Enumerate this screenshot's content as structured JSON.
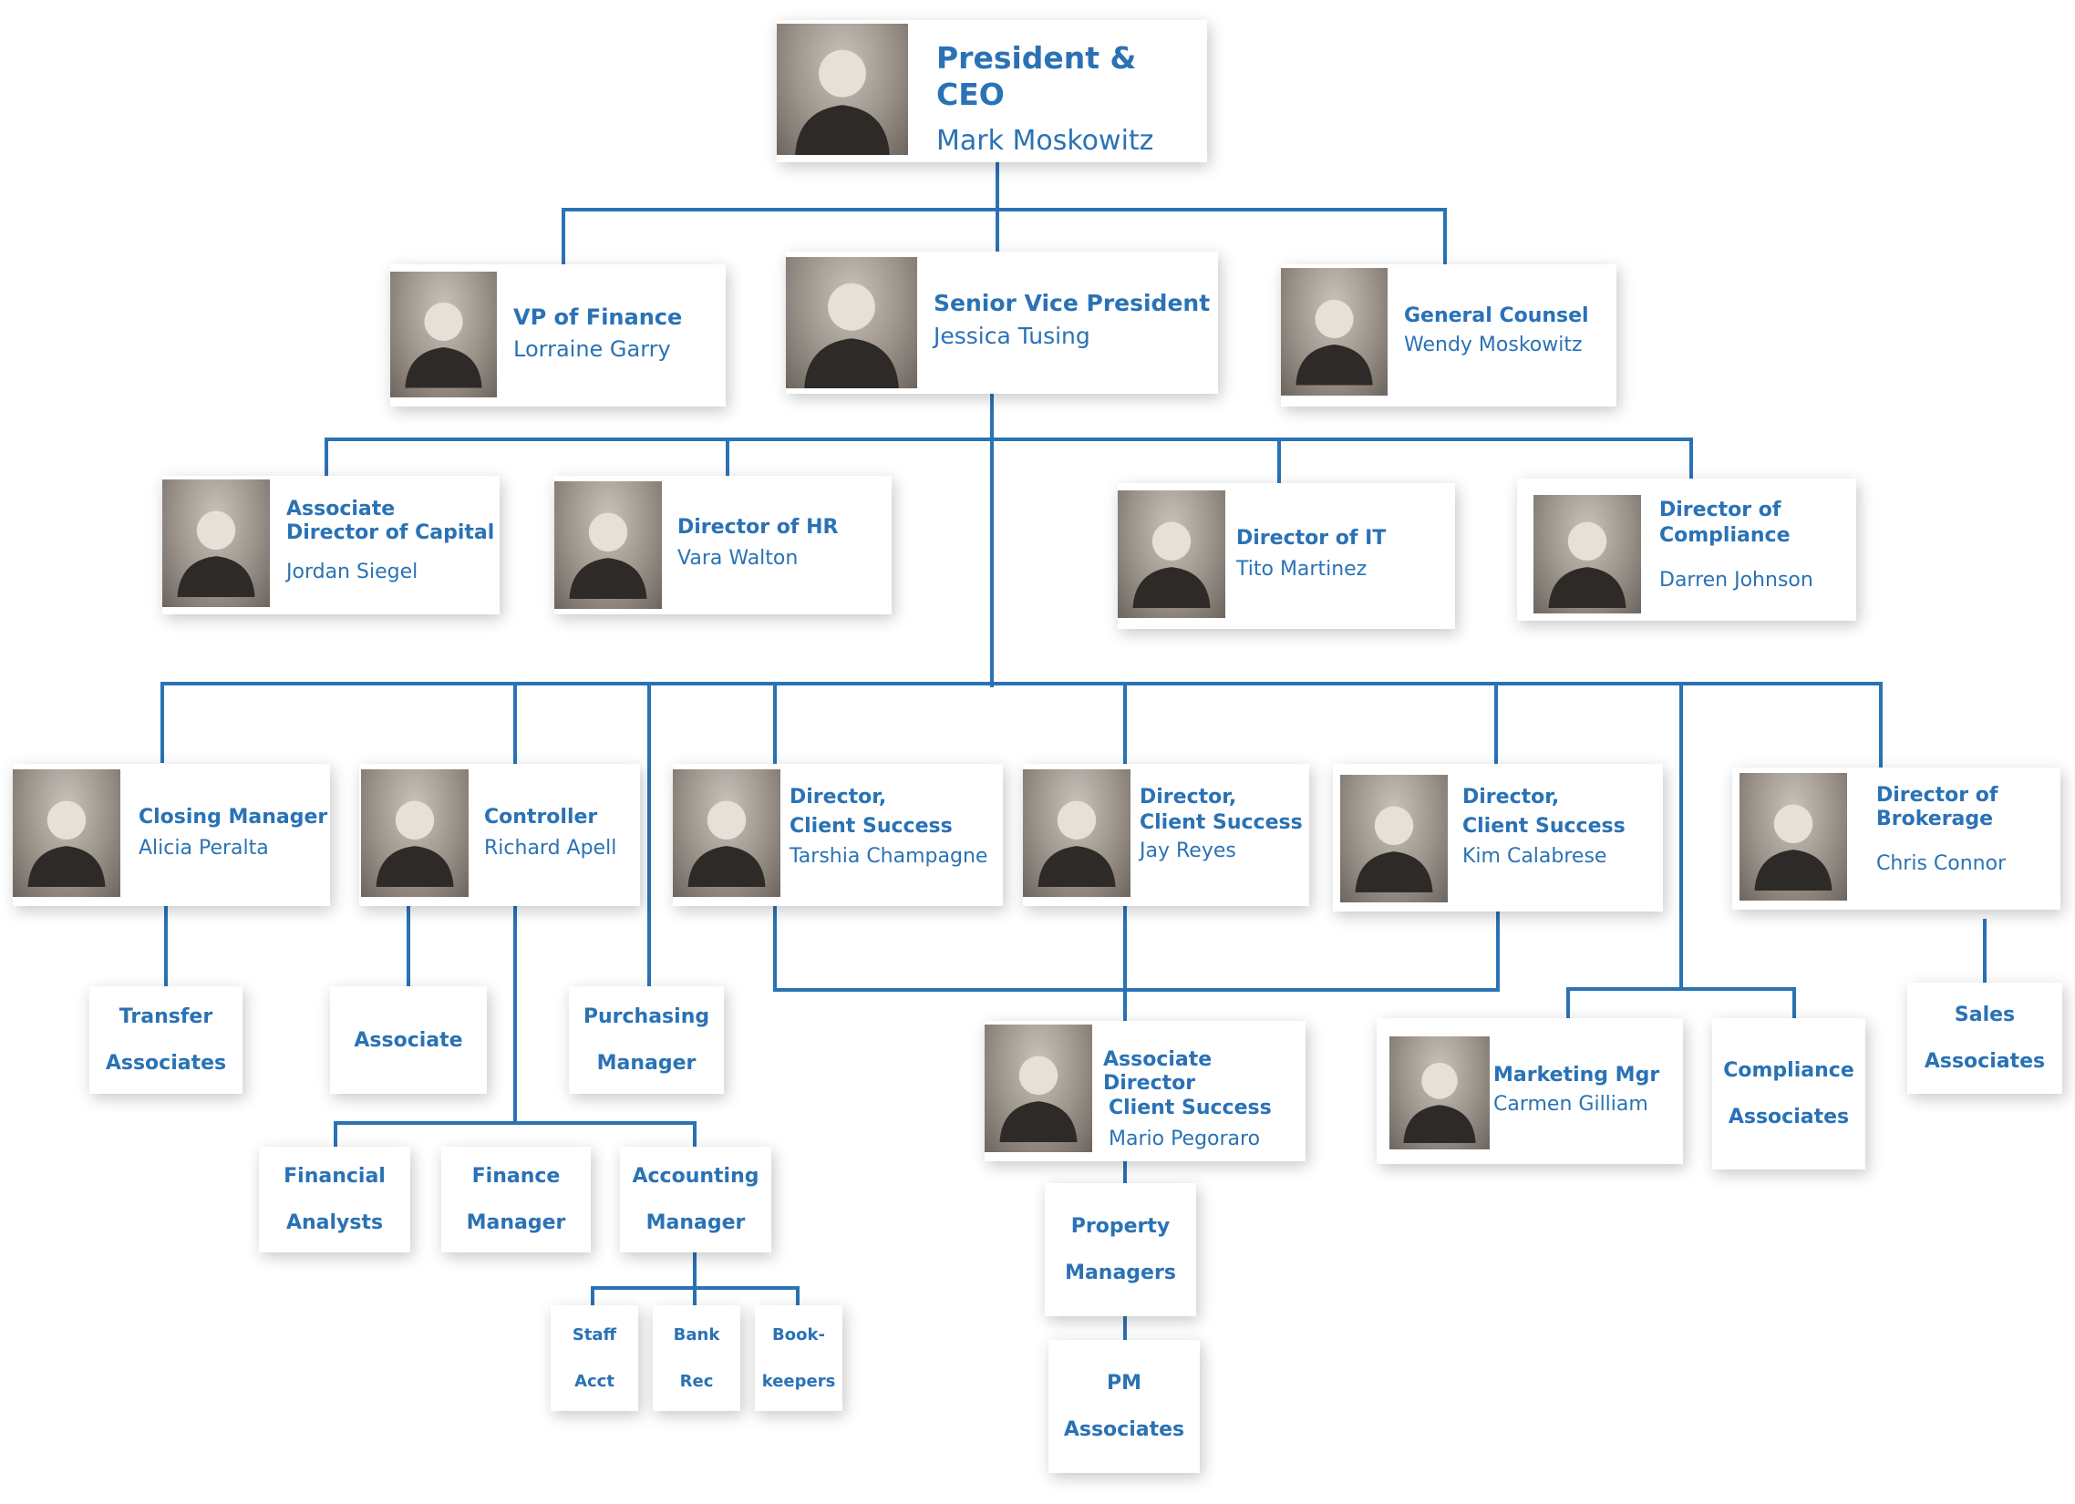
{
  "ceo": {
    "title": "President & CEO",
    "name": "Mark Moskowitz"
  },
  "vp_finance": {
    "title": "VP of Finance",
    "name": "Lorraine Garry"
  },
  "svp": {
    "title": "Senior Vice President",
    "name": "Jessica Tusing"
  },
  "counsel": {
    "title": "General Counsel",
    "name": "Wendy Moskowitz"
  },
  "capital": {
    "title_1": "Associate",
    "title_2": "Director of Capital",
    "name": "Jordan Siegel"
  },
  "hr": {
    "title": "Director of HR",
    "name": "Vara Walton"
  },
  "it": {
    "title": "Director of IT",
    "name": "Tito Martinez"
  },
  "compliance_dir": {
    "title_1": "Director of",
    "title_2": "Compliance",
    "name": "Darren Johnson"
  },
  "closing": {
    "title": "Closing Manager",
    "name": "Alicia Peralta"
  },
  "controller": {
    "title": "Controller",
    "name": "Richard Apell"
  },
  "cs1": {
    "title_1": "Director,",
    "title_2": "Client Success",
    "name": "Tarshia Champagne"
  },
  "cs2": {
    "title_1": "Director,",
    "title_2": "Client Success",
    "name": "Jay Reyes"
  },
  "cs3": {
    "title_1": "Director,",
    "title_2": "Client Success",
    "name": "Kim Calabrese"
  },
  "brokerage": {
    "title_1": "Director of",
    "title_2": "Brokerage",
    "name": "Chris Connor"
  },
  "assoc_cs": {
    "title_1": "Associate Director",
    "title_2": "Client Success",
    "name": "Mario Pegoraro"
  },
  "marketing": {
    "title": "Marketing Mgr",
    "name": "Carmen Gilliam"
  },
  "roles": {
    "transfer": [
      "Transfer",
      "Associates"
    ],
    "associate": [
      "Associate"
    ],
    "purchasing": [
      "Purchasing",
      "Manager"
    ],
    "compliance_assoc": [
      "Compliance",
      "Associates"
    ],
    "sales": [
      "Sales",
      "Associates"
    ],
    "fin_analysts": [
      "Financial",
      "Analysts"
    ],
    "fin_manager": [
      "Finance",
      "Manager"
    ],
    "acct_manager": [
      "Accounting",
      "Manager"
    ],
    "staff_acct": [
      "Staff",
      "Acct"
    ],
    "bank_rec": [
      "Bank",
      "Rec"
    ],
    "bookkeepers": [
      "Book-",
      "keepers"
    ],
    "property": [
      "Property",
      "Managers"
    ],
    "pm_assoc": [
      "PM",
      "Associates"
    ]
  },
  "colors": {
    "line": "#2a72b5",
    "text": "#2a72b5",
    "photo_tone": "#9b938a"
  },
  "icons": {
    "portrait": "person-portrait-icon"
  }
}
